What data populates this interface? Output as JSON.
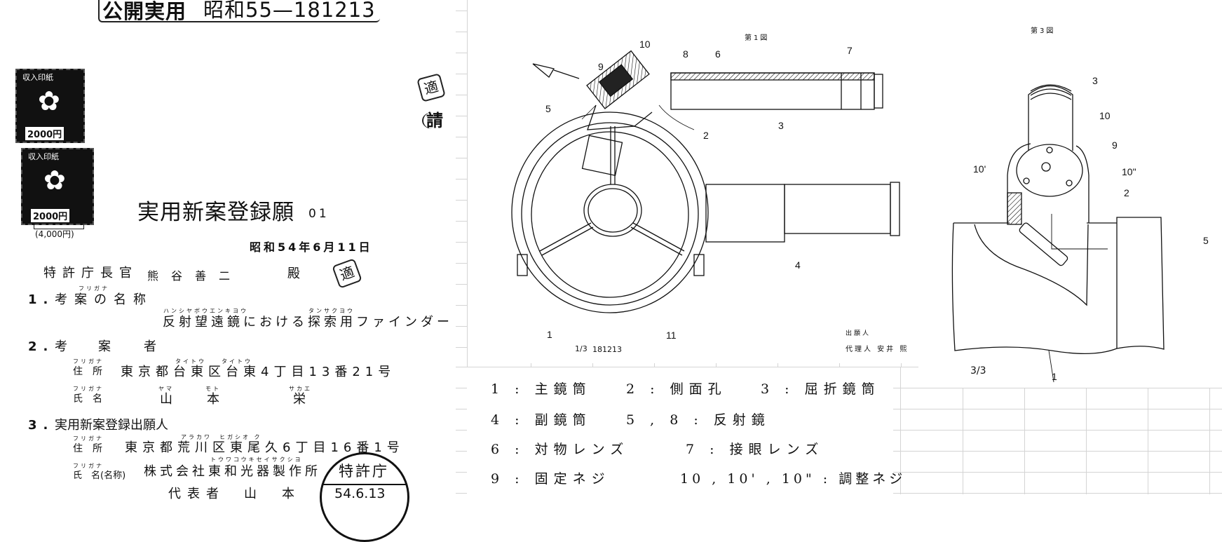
{
  "header": {
    "prefix": "公開実用",
    "number": "昭和55—181213"
  },
  "stamps": [
    {
      "label": "収入印紙",
      "value": "2000円"
    },
    {
      "label": "収入印紙",
      "value": "2000円"
    }
  ],
  "stamps_total": "(4,000円)",
  "side_stamps": [
    "適",
    "請",
    "適"
  ],
  "doc_title": "実用新案登録願",
  "doc_code": "01",
  "date": "昭和54年6月11日",
  "addressee": {
    "title": "特許庁長官",
    "name": "熊谷善二",
    "suffix": "殿"
  },
  "section1": {
    "number": "1.",
    "label": "考案の名称",
    "furigana_label": "フリガナ",
    "title_furigana_1": "ハンシヤボウエンキヨウ",
    "title_furigana_2": "タンサクヨウ",
    "title": "反射望遠鏡における探索用ファインダー"
  },
  "section2": {
    "number": "2.",
    "label_chars": [
      "考",
      "案",
      "者"
    ],
    "furigana_label": "フリガナ",
    "address_label": "住　所",
    "address_furigana": "タイトウ　　タイトウ",
    "address": "東京都台東区台東4丁目13番21号",
    "name_label": "氏　名",
    "name_furigana": [
      "ヤマ",
      "モト",
      "サカエ"
    ],
    "name": [
      "山",
      "本",
      "栄"
    ]
  },
  "section3": {
    "number": "3.",
    "label": "実用新案登録出願人",
    "furigana_label": "フリガナ",
    "address_label": "住　所",
    "address_furigana": "アラカワ　ヒガシオ ク",
    "address": "東京都荒川区東尾久6丁目16番1号",
    "name_label": "氏　名(名称)",
    "name_furigana": "トウワコウキセイサクシヨ",
    "name": "株式会社東和光器製作所",
    "representative": "代表者　山　本　栄"
  },
  "receipt_seal": {
    "office": "特許庁",
    "date": "54.6.13"
  },
  "figure1": {
    "title": "第1図",
    "labels": [
      "10",
      "9",
      "8",
      "6",
      "7",
      "5",
      "2",
      "3",
      "4",
      "1",
      "11"
    ],
    "page": "1/3",
    "number": "181213",
    "applicant": "出願人",
    "agent": "代理人 安井 熙"
  },
  "figure3": {
    "title": "第3図",
    "labels": [
      "3",
      "10",
      "9",
      "10'",
      "10\"",
      "2",
      "5",
      "1"
    ],
    "page": "3/3"
  },
  "legend": [
    [
      "1 : 主鏡筒",
      "2 : 側面孔",
      "3 : 屈折鏡筒"
    ],
    [
      "4 : 副鏡筒",
      "5 , 8 : 反射鏡"
    ],
    [
      "6 : 対物レンズ",
      "7 : 接眼レンズ"
    ],
    [
      "9 : 固定ネジ",
      "10 , 10' , 10\" : 調整ネジ"
    ]
  ]
}
